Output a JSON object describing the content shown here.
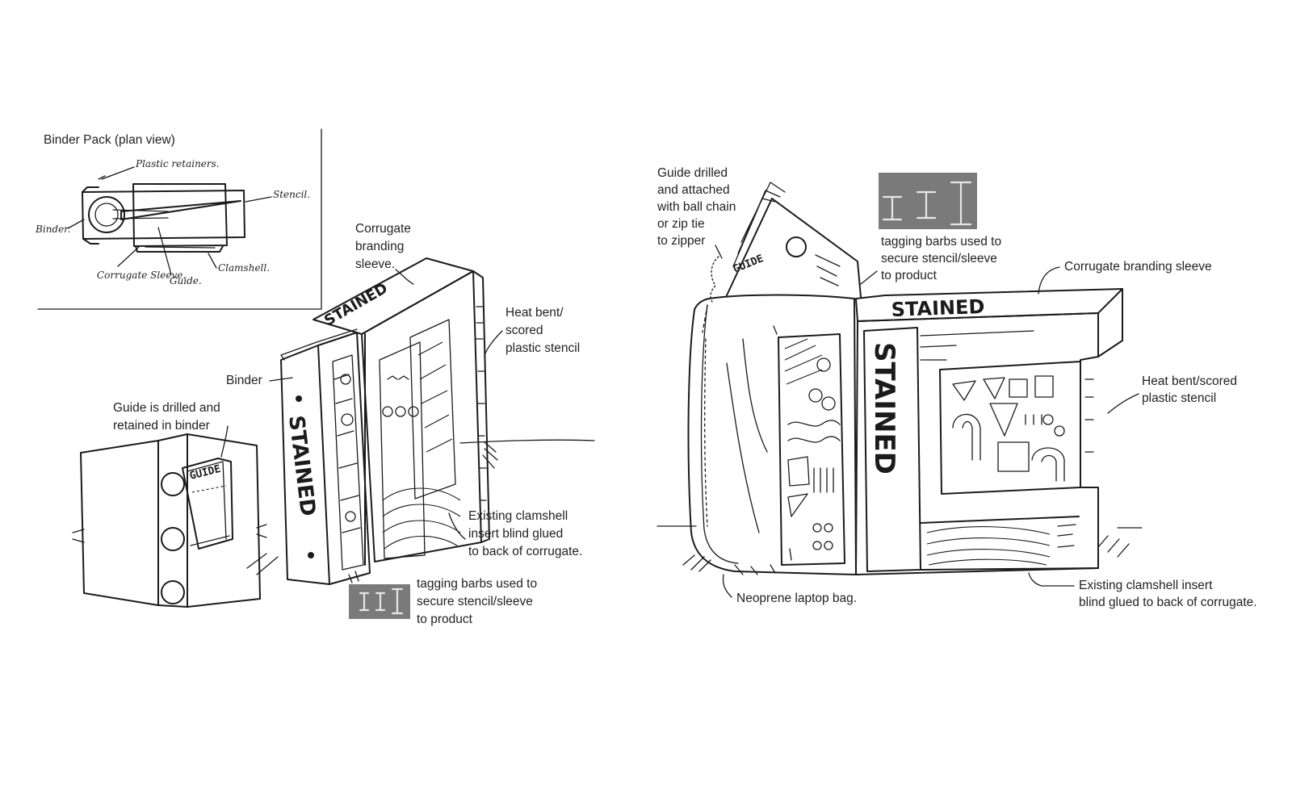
{
  "plan_view": {
    "title": "Binder Pack (plan view)",
    "callouts": {
      "retainers": "Plastic retainers.",
      "stencil": "Stencil.",
      "binder": "Binder.",
      "sleeve": "Corrugate Sleeve.",
      "guide": "Guide.",
      "clamshell": "Clamshell."
    }
  },
  "binder_pack": {
    "corrugate_sleeve": [
      "Corrugate",
      "branding",
      "sleeve."
    ],
    "heat_bent": [
      "Heat bent/",
      "scored",
      "plastic stencil"
    ],
    "binder": "Binder",
    "guide_retained": [
      "Guide is drilled and",
      "retained in binder"
    ],
    "clamshell": [
      "Existing clamshell",
      "insert blind glued",
      "to back of corrugate."
    ],
    "tagging": [
      "tagging barbs used to",
      "secure stencil/sleeve",
      "to product"
    ],
    "guide_label": "GUIDE",
    "brand": "STAINED"
  },
  "laptop_pack": {
    "guide_drilled": [
      "Guide drilled",
      "and attached",
      "with ball chain",
      "or zip tie",
      "to zipper"
    ],
    "tagging": [
      "tagging barbs used to",
      "secure stencil/sleeve",
      "to product"
    ],
    "corrugate_sleeve": "Corrugate branding sleeve",
    "heat_bent": [
      "Heat bent/scored",
      "plastic stencil"
    ],
    "neoprene": "Neoprene laptop bag.",
    "clamshell": [
      "Existing clamshell insert",
      "blind glued to back of corrugate."
    ],
    "guide_label": "GUIDE",
    "brand": "STAINED"
  },
  "colors": {
    "ink": "#1b1b1b",
    "barb_swatch": "#7a7a7a",
    "barb_line": "#e6e6e6"
  }
}
